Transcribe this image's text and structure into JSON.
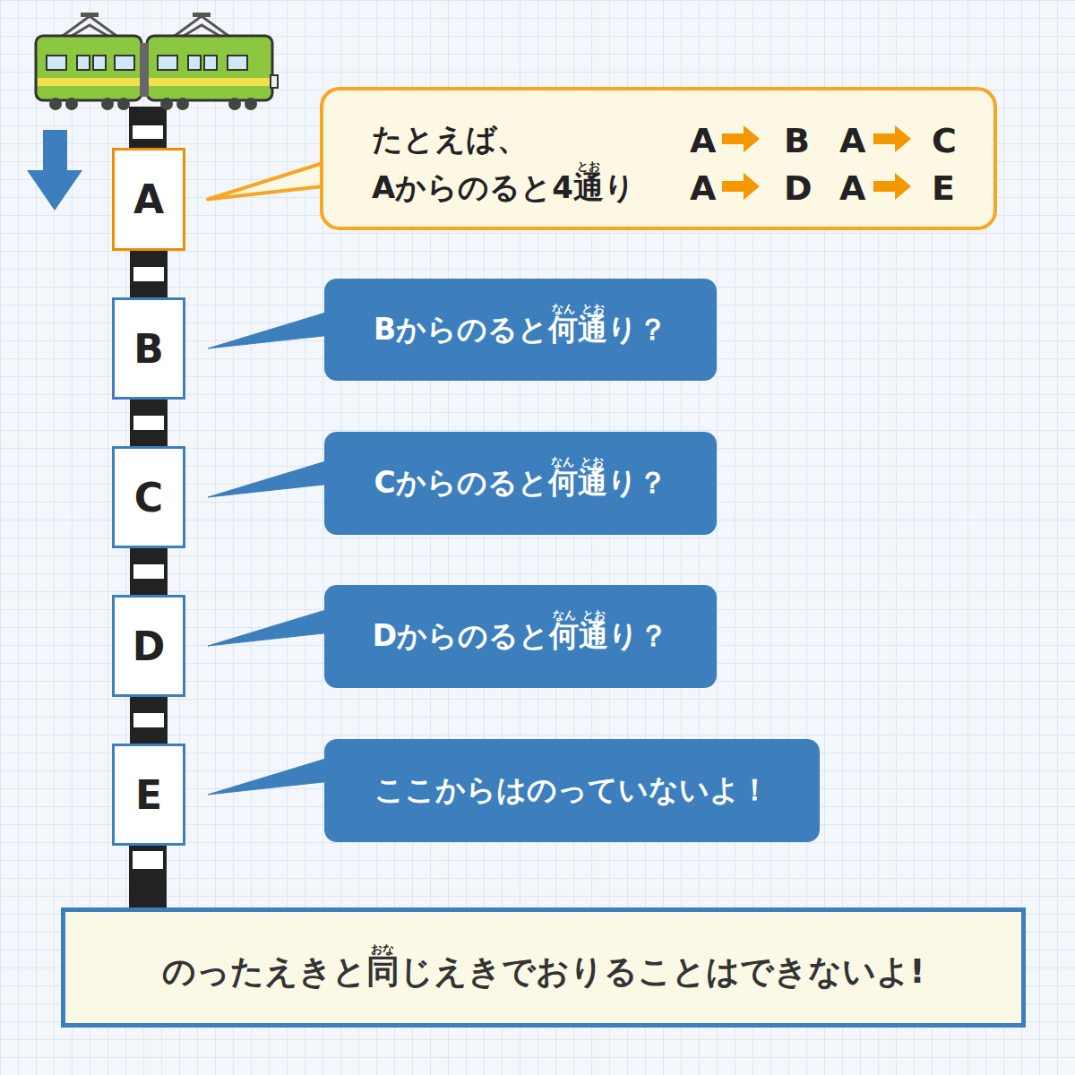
{
  "diagram": {
    "nodes": [
      {
        "text": [
          "A"
        ]
      },
      {
        "text": [
          "たとえば、",
          "Aからのると4通り",
          "A",
          "B",
          "A",
          "C",
          "A",
          "D",
          "A",
          "E"
        ]
      },
      {
        "text": [
          "B"
        ]
      },
      {
        "text": [
          "Bからのると何通り？"
        ]
      },
      {
        "text": [
          "C"
        ]
      },
      {
        "text": [
          "Cからのると何通り？"
        ]
      },
      {
        "text": [
          "D"
        ]
      },
      {
        "text": [
          "Dからのると何通り？"
        ]
      },
      {
        "text": [
          "E"
        ]
      },
      {
        "text": [
          "ここからはのっていないよ！"
        ]
      },
      {
        "text": [
          "のったえきと同じえきでおりることはできないよ!"
        ]
      }
    ],
    "edges": [
      {
        "from": 0,
        "to": 2,
        "arrow": "none"
      },
      {
        "from": 2,
        "to": 4,
        "arrow": "none"
      },
      {
        "from": 4,
        "to": 6,
        "arrow": "none"
      },
      {
        "from": 6,
        "to": 8,
        "arrow": "none"
      },
      {
        "from": 0,
        "to": 1,
        "arrow": "none"
      },
      {
        "from": 2,
        "to": 3,
        "arrow": "none"
      },
      {
        "from": 4,
        "to": 5,
        "arrow": "none"
      },
      {
        "from": 6,
        "to": 7,
        "arrow": "none"
      },
      {
        "from": 8,
        "to": 9,
        "arrow": "none"
      }
    ],
    "labels": [
      "とお",
      "なん",
      "とお",
      "なん",
      "とお",
      "なん",
      "とお",
      "おな"
    ]
  }
}
